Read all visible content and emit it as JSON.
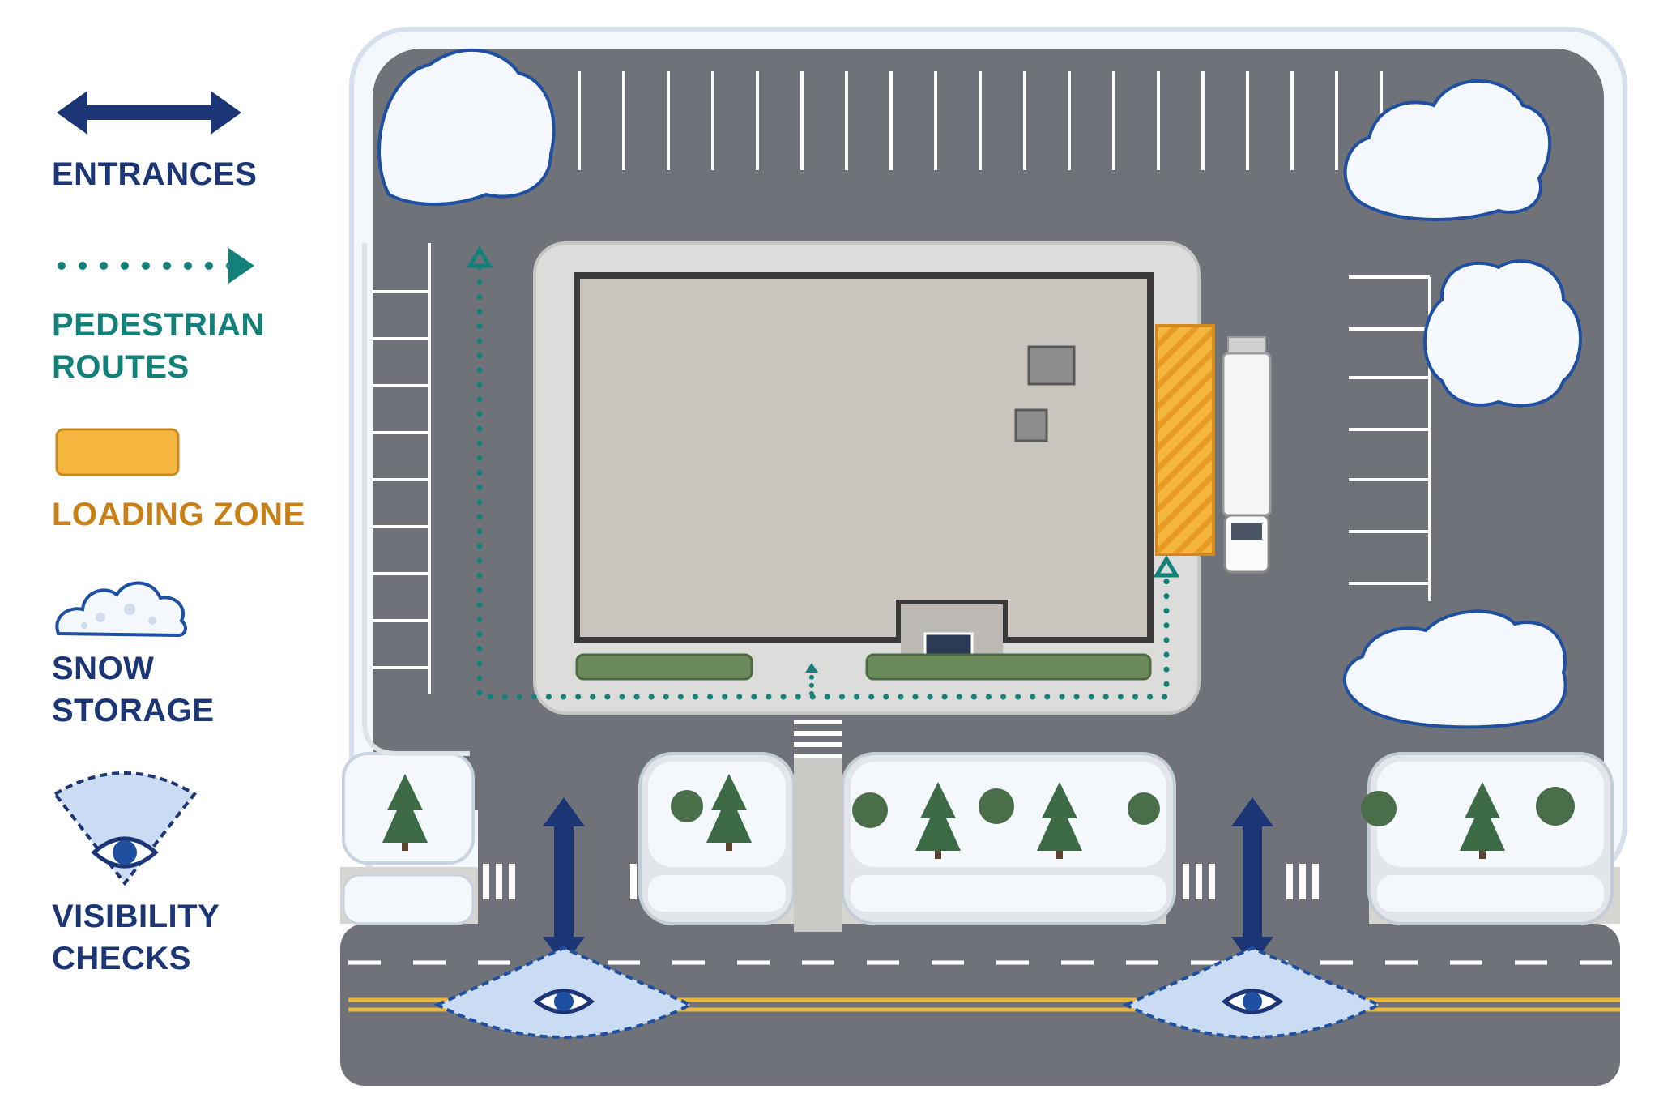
{
  "legend": {
    "entrances": {
      "label": "ENTRANCES",
      "icon": "double-arrow-icon",
      "color": "#1b3575"
    },
    "pedestrian_routes": {
      "line1": "PEDESTRIAN",
      "line2": "ROUTES",
      "icon": "dotted-arrow-icon",
      "color": "#14807a"
    },
    "loading_zone": {
      "label": "LOADING ZONE",
      "icon": "orange-box-icon",
      "color": "#f5b640"
    },
    "snow_storage": {
      "line1": "SNOW",
      "line2": "STORAGE",
      "icon": "snow-pile-icon",
      "color": "#1b3575"
    },
    "visibility_checks": {
      "line1": "VISIBILITY",
      "line2": "CHECKS",
      "icon": "eye-cone-icon",
      "color": "#1b3575"
    }
  },
  "colors": {
    "asphalt": "#6f7379",
    "building_roof": "#cbc5c0",
    "building_outline": "#3a3a3a",
    "sidewalk": "#dcdcda",
    "snow": "#f4f7fb",
    "snow_outline": "#1f4fa0",
    "loading_zone": "#f5b640",
    "pedestrian_route": "#14807a",
    "entrance_arrow": "#1b3575",
    "visibility_cone": "#c9dcf4",
    "road_centerline": "#e8b63a",
    "tree": "#3d6b45"
  }
}
